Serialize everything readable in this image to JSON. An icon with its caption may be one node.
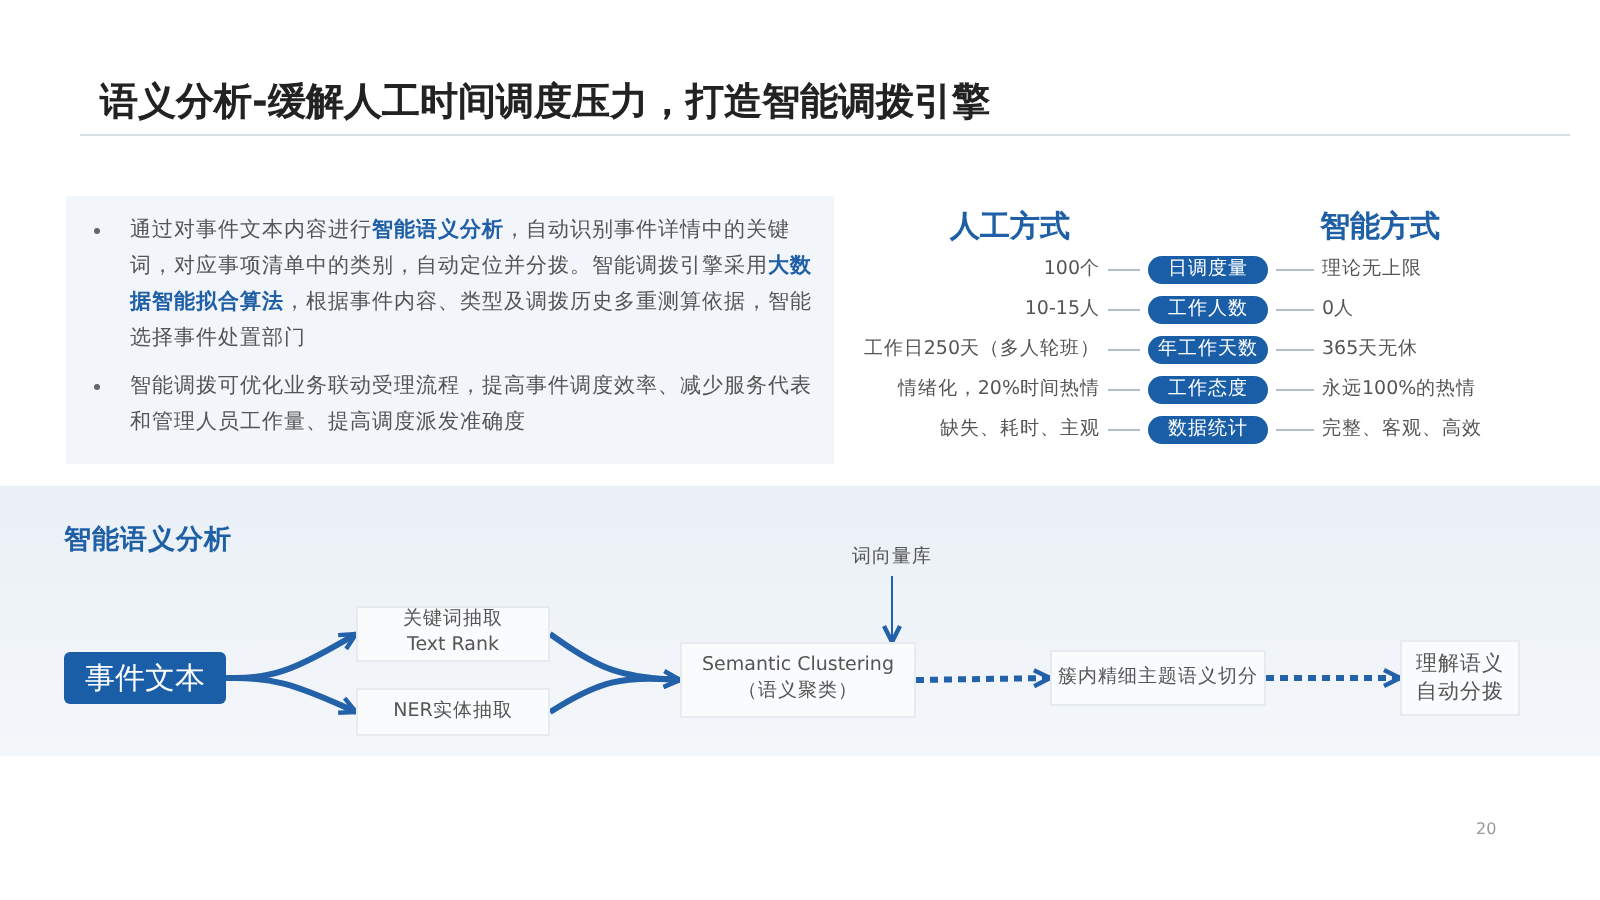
{
  "diagram": {
    "title": "语义分析-缓解人工时间调度压力，打造智能调拨引擎",
    "nodes": [
      {
        "text": [
          "通过对事件文本内容进行**智能语义分析**，自动识别事件详情中的关键词，对应事项清单中的类别，自动定位并分拨。智能调拨引擎采用**大数据智能拟合算法**，根据事件内容、类型及调拨历史多重测算依据，智能选择事件处置部门",
          "智能调拨可优化业务联动受理流程，提高事件调度效率、减少服务代表和管理人员工作量、提高调度派发准确度"
        ]
      },
      {
        "text": [
          "100个"
        ]
      },
      {
        "text": [
          "日调度量"
        ]
      },
      {
        "text": [
          "理论无上限"
        ]
      },
      {
        "text": [
          "10-15人"
        ]
      },
      {
        "text": [
          "工作人数"
        ]
      },
      {
        "text": [
          "0人"
        ]
      },
      {
        "text": [
          "工作日250天（多人轮班）"
        ]
      },
      {
        "text": [
          "年工作天数"
        ]
      },
      {
        "text": [
          "365天无休"
        ]
      },
      {
        "text": [
          "情绪化，20%时间热情"
        ]
      },
      {
        "text": [
          "工作态度"
        ]
      },
      {
        "text": [
          "永远100%的热情"
        ]
      },
      {
        "text": [
          "缺失、耗时、主观"
        ]
      },
      {
        "text": [
          "数据统计"
        ]
      },
      {
        "text": [
          "完整、客观、高效"
        ]
      },
      {
        "text": [
          "事件文本"
        ]
      },
      {
        "text": [
          "关键词抽取 Text Rank"
        ]
      },
      {
        "text": [
          "NER实体抽取"
        ]
      },
      {
        "text": [
          "词向量库"
        ]
      },
      {
        "text": [
          "Semantic Clustering（语义聚类）"
        ]
      },
      {
        "text": [
          "簇内精细主题语义切分"
        ]
      },
      {
        "text": [
          "理解语义自动分拨"
        ]
      }
    ],
    "edges": [
      {
        "from": 1,
        "to": 2,
        "arrow": "none"
      },
      {
        "from": 2,
        "to": 3,
        "arrow": "none"
      },
      {
        "from": 4,
        "to": 5,
        "arrow": "none"
      },
      {
        "from": 5,
        "to": 6,
        "arrow": "none"
      },
      {
        "from": 7,
        "to": 8,
        "arrow": "none"
      },
      {
        "from": 8,
        "to": 9,
        "arrow": "none"
      },
      {
        "from": 10,
        "to": 11,
        "arrow": "none"
      },
      {
        "from": 11,
        "to": 12,
        "arrow": "none"
      },
      {
        "from": 13,
        "to": 14,
        "arrow": "none"
      },
      {
        "from": 14,
        "to": 15,
        "arrow": "none"
      },
      {
        "from": 16,
        "to": 17,
        "arrow": "to",
        "style": "thick",
        "color": "#2361a8"
      },
      {
        "from": 16,
        "to": 18,
        "arrow": "to",
        "style": "thick",
        "color": "#2361a8"
      },
      {
        "from": 17,
        "to": 20,
        "arrow": "to",
        "style": "thick",
        "color": "#2361a8"
      },
      {
        "from": 18,
        "to": 20,
        "arrow": "to",
        "style": "thick",
        "color": "#2361a8"
      },
      {
        "from": 19,
        "to": 20,
        "arrow": "to",
        "color": "#2361a8"
      },
      {
        "from": 20,
        "to": 21,
        "arrow": "to",
        "style": "dashed",
        "color": "#2361a8"
      },
      {
        "from": 21,
        "to": 22,
        "arrow": "to",
        "style": "dashed",
        "color": "#2361a8"
      }
    ],
    "labels": [
      "人工方式",
      "智能方式",
      "智能语义分析",
      "20"
    ]
  }
}
